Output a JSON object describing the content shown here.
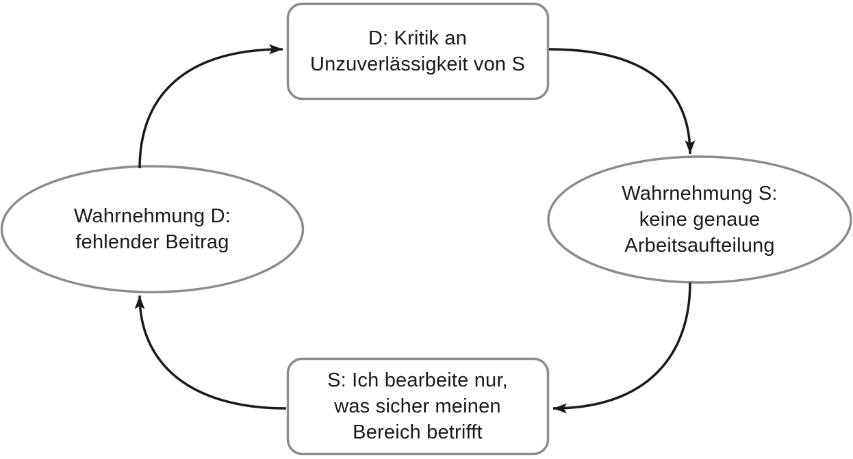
{
  "diagram": {
    "type": "cyclic-flow",
    "cycle_direction": "clockwise",
    "colors": {
      "node_border": "#8c8c8c",
      "arrow": "#1a1a1a",
      "text": "#1a1a1a",
      "background": "#ffffff"
    },
    "nodes": {
      "top_box": {
        "shape": "rounded-rectangle",
        "text": "D: Kritik an\nUnzuverlässigkeit von S"
      },
      "right_ellipse": {
        "shape": "ellipse",
        "text": "Wahrnehmung S:\nkeine genaue\nArbeitsaufteilung"
      },
      "bottom_box": {
        "shape": "rounded-rectangle",
        "text": "S: Ich bearbeite nur,\nwas sicher meinen\nBereich betrifft"
      },
      "left_ellipse": {
        "shape": "ellipse",
        "text": "Wahrnehmung D:\nfehlender Beitrag"
      }
    },
    "edges": [
      {
        "from": "left_ellipse",
        "to": "top_box",
        "style": "curved-arrow"
      },
      {
        "from": "top_box",
        "to": "right_ellipse",
        "style": "curved-arrow"
      },
      {
        "from": "right_ellipse",
        "to": "bottom_box",
        "style": "curved-arrow"
      },
      {
        "from": "bottom_box",
        "to": "left_ellipse",
        "style": "curved-arrow"
      }
    ]
  }
}
